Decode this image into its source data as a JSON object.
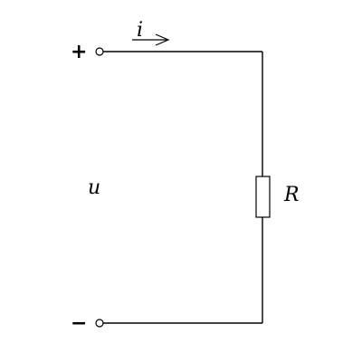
{
  "circuit": {
    "positive_terminal_label": "+",
    "negative_terminal_label": "−",
    "current_label": "i",
    "voltage_label": "u",
    "resistor_label": "R",
    "colors": {
      "line": "#000000",
      "background": "#ffffff"
    }
  }
}
